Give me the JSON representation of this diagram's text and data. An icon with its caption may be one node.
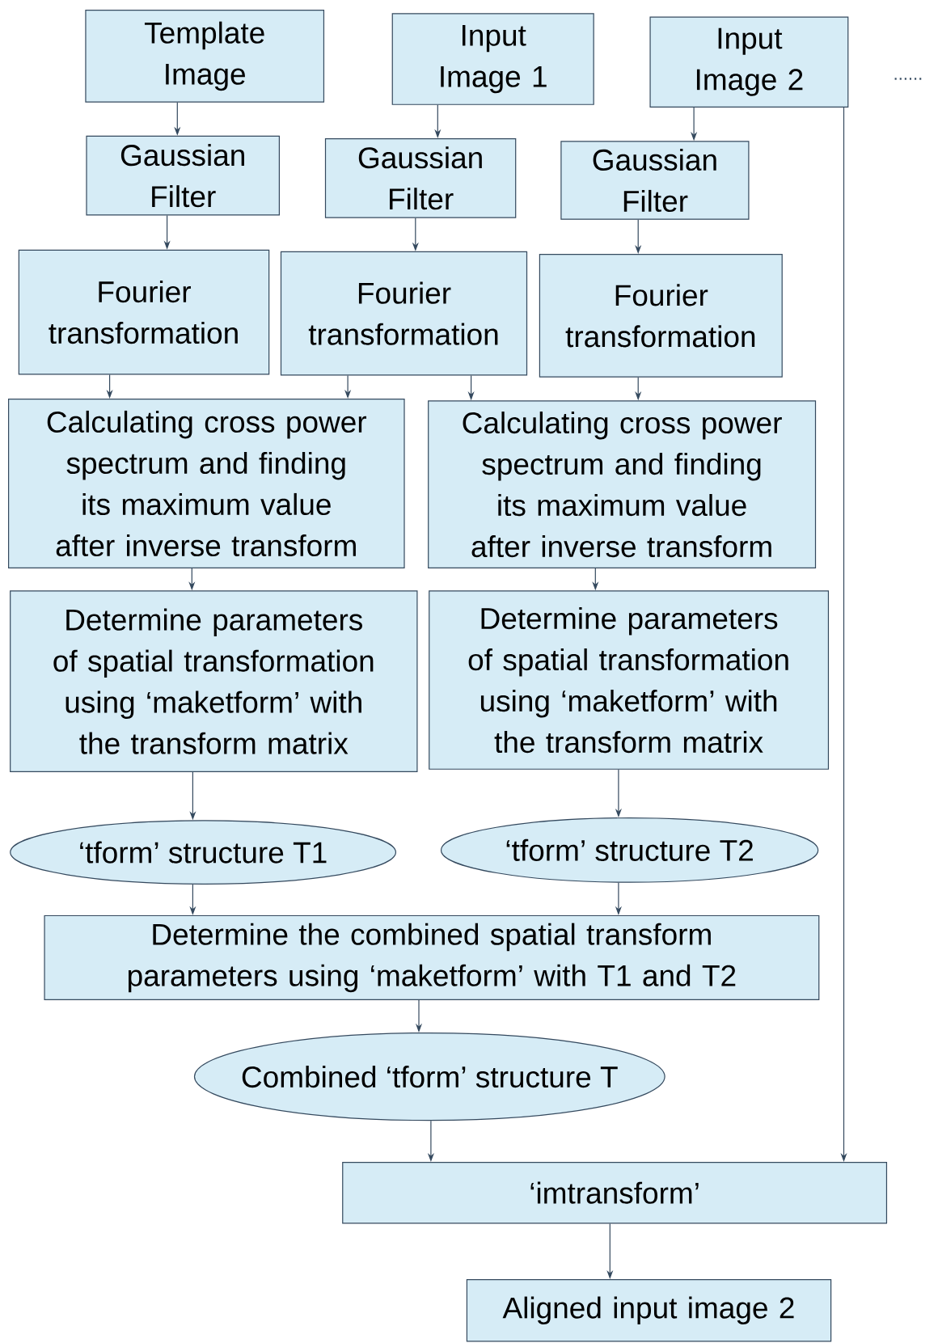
{
  "diagram": {
    "nodes": [
      {
        "text": [
          "Template Image"
        ]
      },
      {
        "text": [
          "Input Image 1"
        ]
      },
      {
        "text": [
          "Input Image 2"
        ]
      },
      {
        "text": [
          "Gaussian Filter"
        ]
      },
      {
        "text": [
          "Gaussian Filter"
        ]
      },
      {
        "text": [
          "Gaussian Filter"
        ]
      },
      {
        "text": [
          "Fourier transformation"
        ]
      },
      {
        "text": [
          "Fourier transformation"
        ]
      },
      {
        "text": [
          "Fourier transformation"
        ]
      },
      {
        "text": [
          "Calculating cross power spectrum and finding its maximum value after inverse transform"
        ]
      },
      {
        "text": [
          "Calculating cross power spectrum and finding its maximum value after inverse transform"
        ]
      },
      {
        "text": [
          "Determine parameters of spatial transformation using ‘maketform’ with the transform matrix"
        ]
      },
      {
        "text": [
          "Determine parameters of spatial transformation using ‘maketform’ with the transform matrix"
        ]
      },
      {
        "text": [
          "‘tform’ structure T1"
        ]
      },
      {
        "text": [
          "‘tform’ structure T2"
        ]
      },
      {
        "text": [
          "Determine the combined spatial transform parameters using ‘maketform’ with T1 and T2"
        ]
      },
      {
        "text": [
          "Combined ‘tform’ structure T"
        ]
      },
      {
        "text": [
          "‘imtransform’"
        ]
      },
      {
        "text": [
          "Aligned input image 2"
        ]
      }
    ],
    "edges": [
      {
        "from": 0,
        "to": 3,
        "arrow": "to"
      },
      {
        "from": 1,
        "to": 4,
        "arrow": "to"
      },
      {
        "from": 2,
        "to": 5,
        "arrow": "to"
      },
      {
        "from": 3,
        "to": 6,
        "arrow": "to"
      },
      {
        "from": 4,
        "to": 7,
        "arrow": "to"
      },
      {
        "from": 5,
        "to": 8,
        "arrow": "to"
      },
      {
        "from": 6,
        "to": 9,
        "arrow": "to"
      },
      {
        "from": 7,
        "to": 9,
        "arrow": "to"
      },
      {
        "from": 7,
        "to": 10,
        "arrow": "to"
      },
      {
        "from": 8,
        "to": 10,
        "arrow": "to"
      },
      {
        "from": 9,
        "to": 11,
        "arrow": "to"
      },
      {
        "from": 10,
        "to": 12,
        "arrow": "to"
      },
      {
        "from": 11,
        "to": 13,
        "arrow": "to"
      },
      {
        "from": 12,
        "to": 14,
        "arrow": "to"
      },
      {
        "from": 13,
        "to": 15,
        "arrow": "to"
      },
      {
        "from": 14,
        "to": 15,
        "arrow": "to"
      },
      {
        "from": 15,
        "to": 16,
        "arrow": "to"
      },
      {
        "from": 16,
        "to": 17,
        "arrow": "to"
      },
      {
        "from": 2,
        "to": 17,
        "arrow": "to"
      },
      {
        "from": 17,
        "to": 18,
        "arrow": "to"
      }
    ],
    "labels": [
      "......"
    ]
  }
}
